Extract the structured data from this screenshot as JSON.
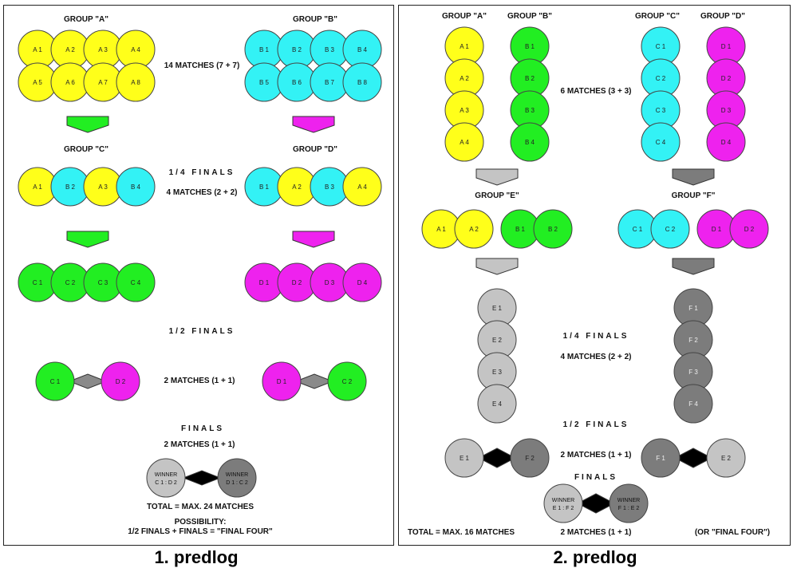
{
  "colors": {
    "A": "#ffff1a",
    "B": "#33f2f5",
    "Cg": "#22ee22",
    "Dm": "#ee22ee",
    "E": "#c4c4c4",
    "F": "#7c7c7c",
    "stroke": "#444444",
    "diamond_light": "#8a8a8a",
    "diamond_dark": "#000000"
  },
  "panel1": {
    "caption": "1. predlog",
    "group_a_title": "GROUP \"A\"",
    "group_b_title": "GROUP \"B\"",
    "group_c_title": "GROUP \"C\"",
    "group_d_title": "GROUP \"D\"",
    "matches_groups": "14 MATCHES (7 + 7)",
    "quarter_title": "1/4 FINALS",
    "quarter_matches": "4 MATCHES (2 + 2)",
    "semi_title": "1/2 FINALS",
    "semi_matches": "2 MATCHES (1 + 1)",
    "finals_title": "FINALS",
    "finals_matches": "2 MATCHES (1 + 1)",
    "total": "TOTAL = MAX. 24 MATCHES",
    "possibility": "POSSIBILITY:",
    "final_four": "1/2 FINALS + FINALS = \"FINAL FOUR\"",
    "group_a": [
      "A 1",
      "A 2",
      "A 3",
      "A 4",
      "A 5",
      "A 6",
      "A 7",
      "A 8"
    ],
    "group_b": [
      "B 1",
      "B 2",
      "B 3",
      "B 4",
      "B 5",
      "B 6",
      "B 7",
      "B 8"
    ],
    "group_c": [
      "A 1",
      "B 2",
      "A 3",
      "B 4"
    ],
    "group_d": [
      "B 1",
      "A 2",
      "B 3",
      "A 4"
    ],
    "quarter_c": [
      "C 1",
      "C 2",
      "C 3",
      "C 4"
    ],
    "quarter_d": [
      "D 1",
      "D 2",
      "D 3",
      "D 4"
    ],
    "semi_left": [
      "C 1",
      "D 2"
    ],
    "semi_right": [
      "D 1",
      "C 2"
    ],
    "winner_left": [
      "WINNER",
      "C 1 : D 2"
    ],
    "winner_right": [
      "WINNER",
      "D 1 : C 2"
    ]
  },
  "panel2": {
    "caption": "2. predlog",
    "group_a_title": "GROUP \"A\"",
    "group_b_title": "GROUP \"B\"",
    "group_c_title": "GROUP \"C\"",
    "group_d_title": "GROUP \"D\"",
    "matches_groups": "6 MATCHES (3 + 3)",
    "group_e_title": "GROUP \"E\"",
    "group_f_title": "GROUP \"F\"",
    "quarter_title": "1/4 FINALS",
    "quarter_matches": "4 MATCHES (2 + 2)",
    "semi_title": "1/2 FINALS",
    "semi_matches": "2 MATCHES (1 + 1)",
    "finals_title": "FINALS",
    "finals_matches": "2 MATCHES (1 + 1)",
    "total": "TOTAL = MAX. 16 MATCHES",
    "final_four": "(OR \"FINAL FOUR\")",
    "group_a": [
      "A 1",
      "A 2",
      "A 3",
      "A 4"
    ],
    "group_b": [
      "B 1",
      "B 2",
      "B 3",
      "B 4"
    ],
    "group_c": [
      "C 1",
      "C 2",
      "C 3",
      "C 4"
    ],
    "group_d": [
      "D 1",
      "D 2",
      "D 3",
      "D 4"
    ],
    "group_e": [
      "A 1",
      "A 2",
      "B 1",
      "B 2"
    ],
    "group_f": [
      "C 1",
      "C 2",
      "D 1",
      "D 2"
    ],
    "quarter_e": [
      "E 1",
      "E 2",
      "E 3",
      "E 4"
    ],
    "quarter_f": [
      "F 1",
      "F 2",
      "F 3",
      "F 4"
    ],
    "semi_left": [
      "E 1",
      "F 2"
    ],
    "semi_right": [
      "F 1",
      "E 2"
    ],
    "winner_left": [
      "WINNER",
      "E 1 : F 2"
    ],
    "winner_right": [
      "WINNER",
      "F 1 : E 2"
    ]
  }
}
